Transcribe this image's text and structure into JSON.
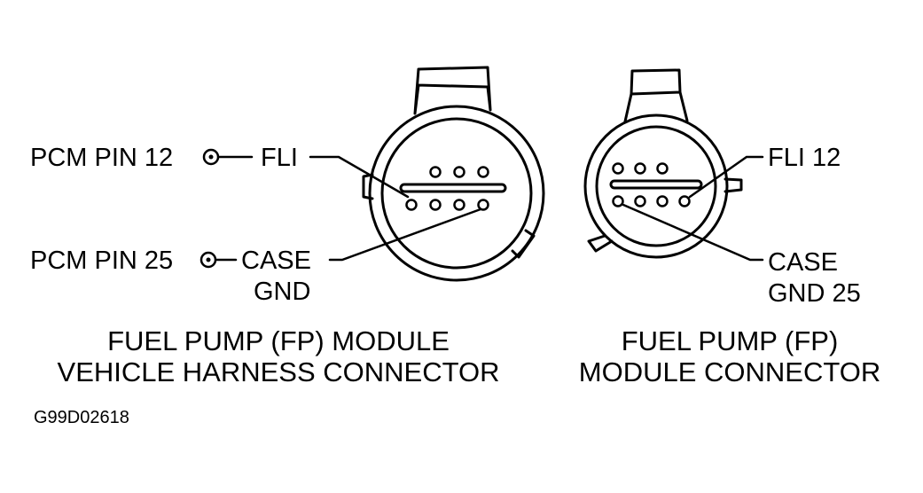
{
  "left_connector": {
    "pcm_pin_top": "PCM PIN 12",
    "pcm_pin_bottom": "PCM PIN 25",
    "fli_label": "FLI",
    "case_line1": "CASE",
    "case_line2": "GND",
    "caption_line1": "FUEL PUMP (FP) MODULE",
    "caption_line2": "VEHICLE HARNESS CONNECTOR"
  },
  "right_connector": {
    "fli_label": "FLI 12",
    "case_line1": "CASE",
    "case_line2": "GND 25",
    "caption_line1": "FUEL PUMP (FP)",
    "caption_line2": "MODULE CONNECTOR"
  },
  "figure_id": "G99D02618",
  "colors": {
    "ink": "#000000",
    "paper": "#ffffff"
  }
}
